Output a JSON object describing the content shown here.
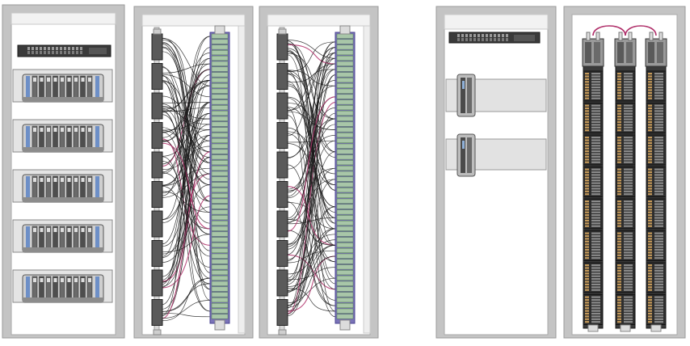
{
  "diagram": {
    "description_free": true,
    "cabinets": [
      {
        "id": "c1",
        "kind": "chassis-rack",
        "switches": 1,
        "chassis_units": 5
      },
      {
        "id": "c2",
        "kind": "marshalling",
        "modules": 10,
        "terminals": 52
      },
      {
        "id": "c3",
        "kind": "marshalling",
        "modules": 10,
        "terminals": 52
      },
      {
        "id": "c4",
        "kind": "network-rack",
        "switches": 1,
        "drive_units": 2
      },
      {
        "id": "c5",
        "kind": "io-rails",
        "rails": 3,
        "modules_per_rail": 8
      }
    ],
    "colors": {
      "frame": "#c4c4c4",
      "frame_dark": "#9a9a9a",
      "inner": "#ffffff",
      "module_gray": "#5a5a5a",
      "terminal_green": "#a8c6a8",
      "terminal_border": "#7a73b8",
      "wire": "#1a1a1a",
      "wire_accent": "#b0306a",
      "shelf": "#e2e2e2"
    }
  }
}
